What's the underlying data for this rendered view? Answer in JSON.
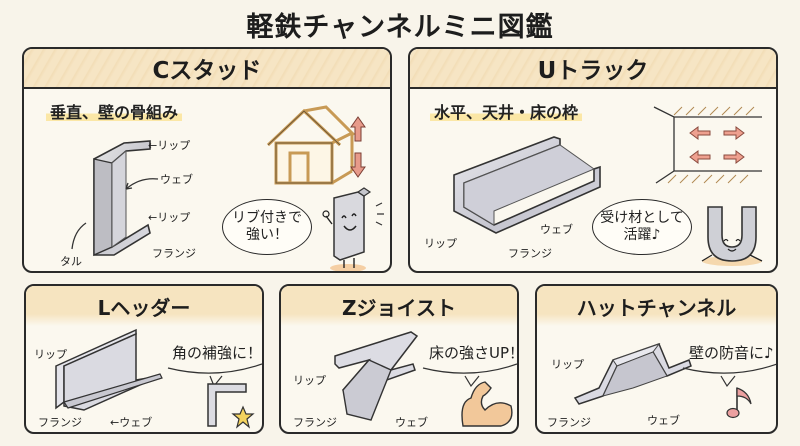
{
  "title": "軽鉄チャンネルミニ図鑑",
  "cards": {
    "c_stud": {
      "title": "Cスタッド",
      "subtitle": "垂直、壁の骨組み",
      "labels": {
        "lip_top": "←リップ",
        "web": "ウェブ",
        "lip_bottom": "←リップ",
        "flange": "フランジ",
        "tal": "タル"
      },
      "bubble": "リブ付きで\n強い！",
      "bubble_line1": "リブ付きで",
      "bubble_line2": "強い！",
      "icons": [
        "house-frame-icon",
        "vertical-arrows-icon",
        "c-stud-mascot-icon"
      ]
    },
    "u_track": {
      "title": "Uトラック",
      "subtitle": "水平、天井・床の枠",
      "labels": {
        "lip": "リップ",
        "flange": "フランジ",
        "web": "ウェブ"
      },
      "bubble_line1": "受け材として",
      "bubble_line2": "活躍♪",
      "icons": [
        "ceiling-floor-arrows-icon",
        "u-track-mascot-icon"
      ]
    },
    "l_header": {
      "title": "Lヘッダー",
      "labels": {
        "lip": "リップ",
        "flange": "フランジ",
        "web": "←ウェブ"
      },
      "speech": "角の補強に！",
      "icons": [
        "corner-bracket-icon",
        "star-icon"
      ]
    },
    "z_joist": {
      "title": "Zジョイスト",
      "labels": {
        "lip": "リップ",
        "flange": "フランジ",
        "web": "ウェブ"
      },
      "speech": "床の強さUP！",
      "icons": [
        "flexed-arm-icon"
      ]
    },
    "hat_channel": {
      "title": "ハットチャンネル",
      "labels": {
        "lip": "リップ",
        "flange": "フランジ",
        "web": "ウェブ"
      },
      "speech": "壁の防音に♪",
      "icons": [
        "music-note-icon"
      ]
    }
  },
  "colors": {
    "background": "#f8f4ea",
    "card_header": "#f6e5c4",
    "highlight": "#fbe7a6",
    "arrow_pink": "#e79a8a",
    "wood": "#e9c48a",
    "star": "#f4d35e",
    "skin": "#f2c89a"
  }
}
